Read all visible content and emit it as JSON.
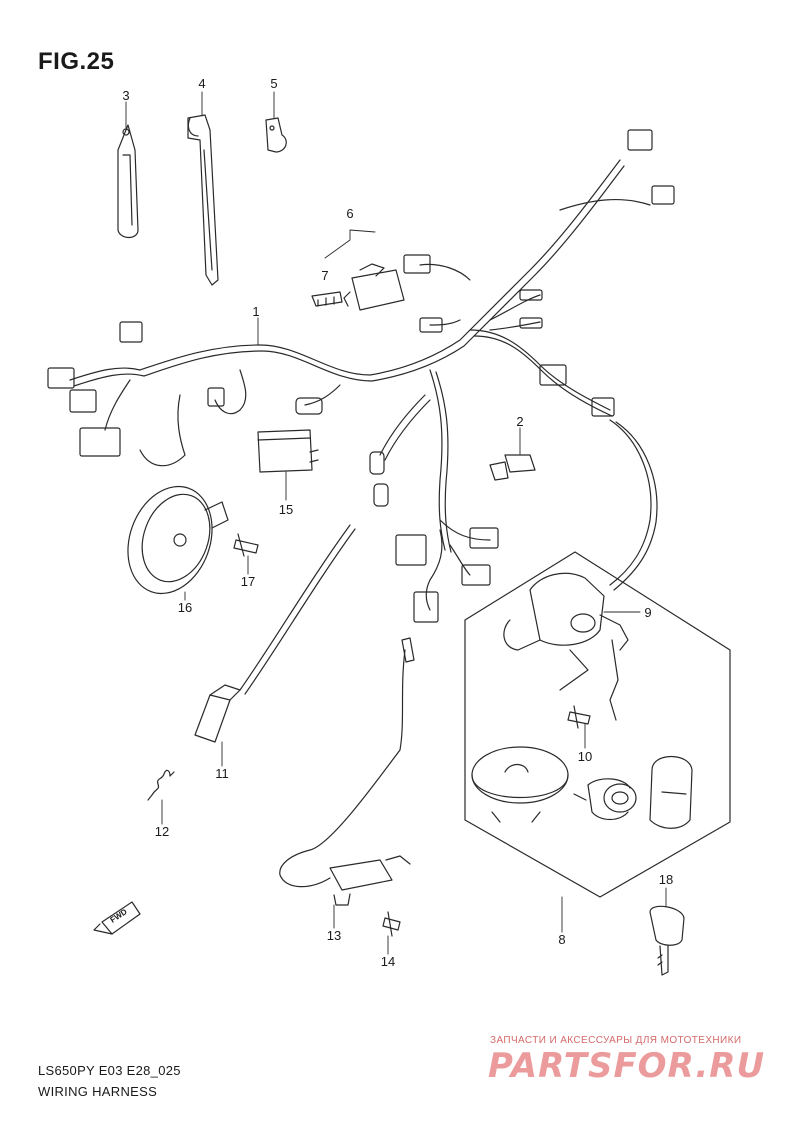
{
  "figure": {
    "title": "FIG.25"
  },
  "callouts": [
    {
      "id": "1",
      "label": "1"
    },
    {
      "id": "2",
      "label": "2"
    },
    {
      "id": "3",
      "label": "3"
    },
    {
      "id": "4",
      "label": "4"
    },
    {
      "id": "5",
      "label": "5"
    },
    {
      "id": "6",
      "label": "6"
    },
    {
      "id": "7",
      "label": "7"
    },
    {
      "id": "8",
      "label": "8"
    },
    {
      "id": "9",
      "label": "9"
    },
    {
      "id": "10",
      "label": "10"
    },
    {
      "id": "11",
      "label": "11"
    },
    {
      "id": "12",
      "label": "12"
    },
    {
      "id": "13",
      "label": "13"
    },
    {
      "id": "14",
      "label": "14"
    },
    {
      "id": "15",
      "label": "15"
    },
    {
      "id": "16",
      "label": "16"
    },
    {
      "id": "17",
      "label": "17"
    },
    {
      "id": "18",
      "label": "18"
    }
  ],
  "fwd_arrow": {
    "label": "FWD"
  },
  "footer": {
    "model_code": "LS650PY E03 E28_025",
    "section_name": "WIRING HARNESS"
  },
  "watermark": {
    "tagline": "ЗАПЧАСТИ И АКСЕССУАРЫ ДЛЯ МОТОТЕХНИКИ",
    "brand": "PARTSFOR.RU",
    "color": "#e88a8a"
  }
}
